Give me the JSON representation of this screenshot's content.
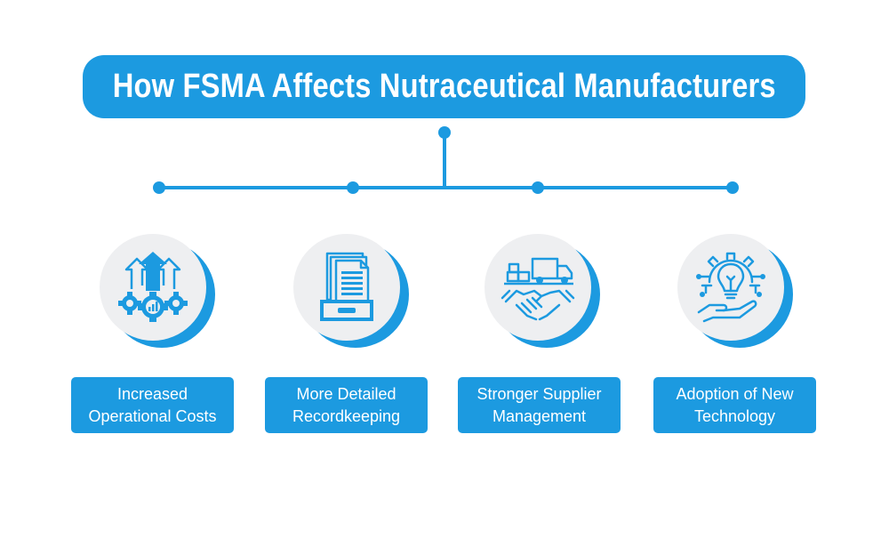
{
  "title": "How FSMA Affects Nutraceutical Manufacturers",
  "colors": {
    "accent": "#1c9ae0",
    "circle_bg": "#eeeff1",
    "text_on_accent": "#ffffff"
  },
  "items": [
    {
      "icon": "growth-gears-icon",
      "line1": "Increased",
      "line2": "Operational Costs"
    },
    {
      "icon": "document-tray-icon",
      "line1": "More Detailed",
      "line2": "Recordkeeping"
    },
    {
      "icon": "truck-handshake-icon",
      "line1": "Stronger Supplier",
      "line2": "Management"
    },
    {
      "icon": "lightbulb-gear-hand-icon",
      "line1": "Adoption of New",
      "line2": "Technology"
    }
  ]
}
